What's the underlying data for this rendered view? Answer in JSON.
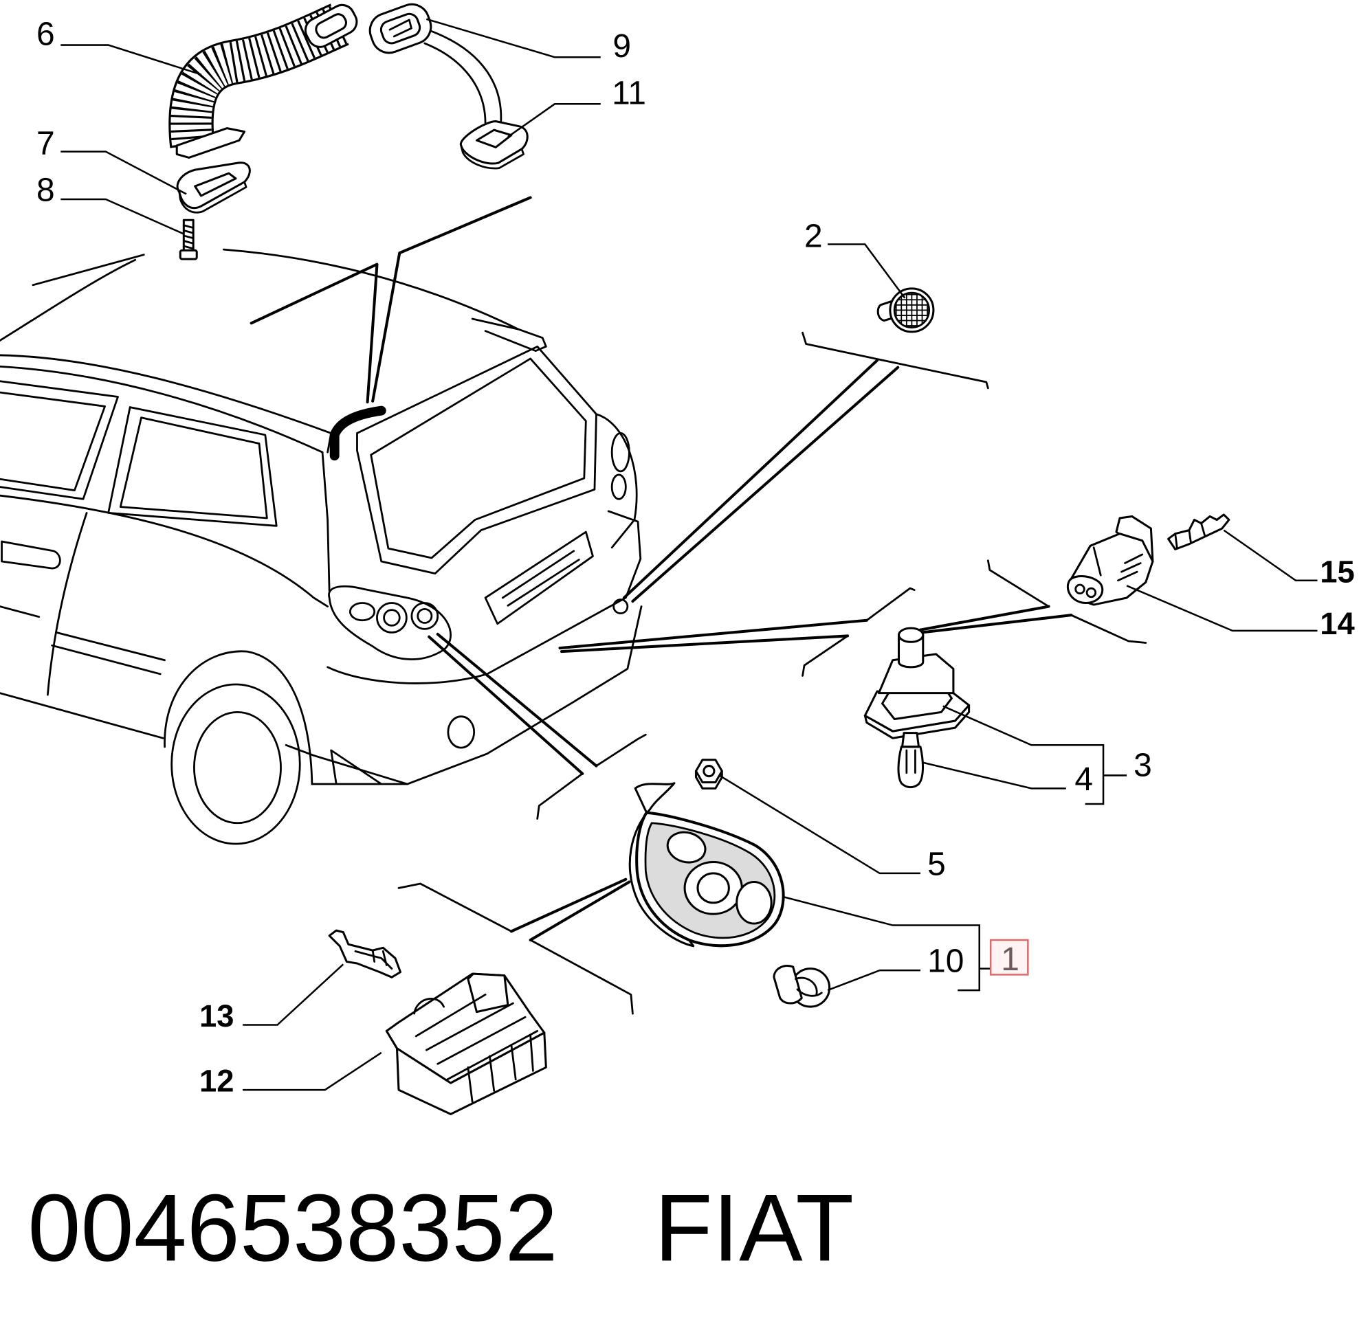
{
  "callouts": {
    "n1": "1",
    "n2": "2",
    "n3": "3",
    "n4": "4",
    "n5": "5",
    "n6": "6",
    "n7": "7",
    "n8": "8",
    "n9": "9",
    "n10": "10",
    "n11": "11",
    "n12": "12",
    "n13": "13",
    "n14": "14",
    "n15": "15"
  },
  "caption": {
    "part_number": "0046538352",
    "brand": "FIAT"
  },
  "colors": {
    "background": "#ffffff",
    "line": "#000000",
    "highlight_border": "#e06a6a",
    "highlight_fill": "#fff3f3",
    "highlight_text": "#6e5a5a",
    "lens_shading": "#dcdcdc"
  }
}
